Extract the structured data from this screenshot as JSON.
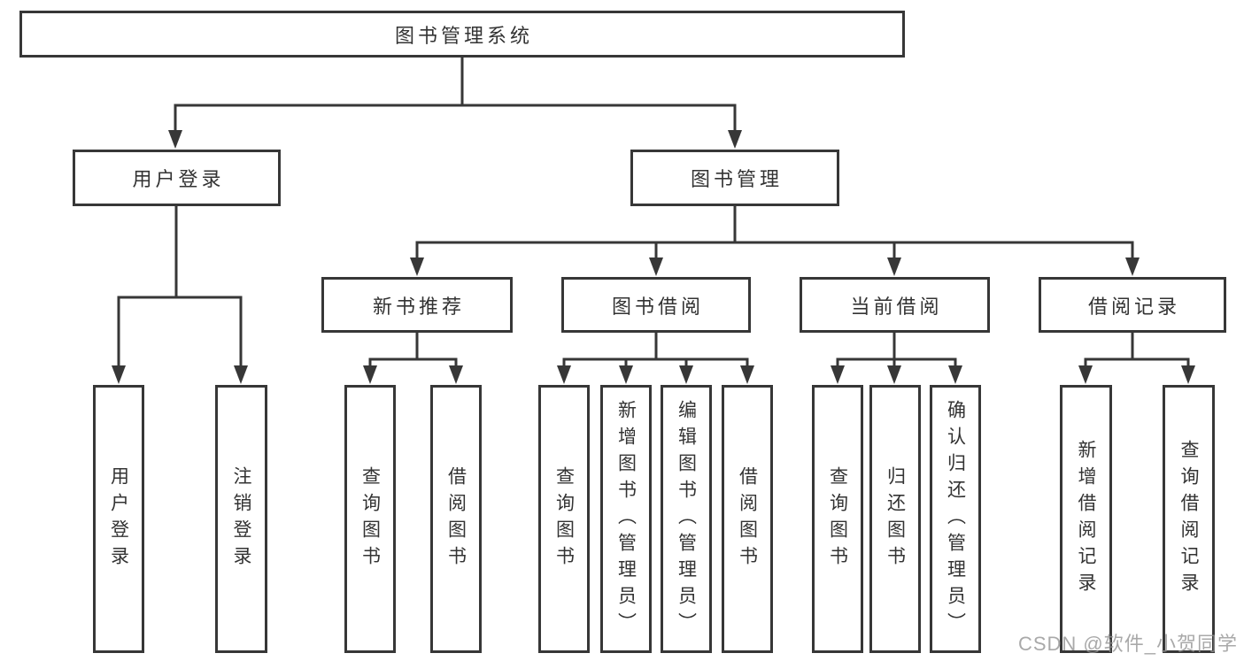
{
  "diagram": {
    "type": "hierarchy-tree",
    "colors": {
      "line": "#373737",
      "box_border": "#373737",
      "text": "#333333",
      "background": "#ffffff",
      "watermark": "#949494"
    },
    "tree": {
      "root": "图书管理系统",
      "branches": [
        {
          "label": "用户登录",
          "children": [
            {
              "label": "用户登录"
            },
            {
              "label": "注销登录"
            }
          ]
        },
        {
          "label": "图书管理",
          "children": [
            {
              "label": "新书推荐",
              "children": [
                {
                  "label": "查询图书"
                },
                {
                  "label": "借阅图书"
                }
              ]
            },
            {
              "label": "图书借阅",
              "children": [
                {
                  "label": "查询图书"
                },
                {
                  "label": "新增图书（管理员）"
                },
                {
                  "label": "编辑图书（管理员）"
                },
                {
                  "label": "借阅图书"
                }
              ]
            },
            {
              "label": "当前借阅",
              "children": [
                {
                  "label": "查询图书"
                },
                {
                  "label": "归还图书"
                },
                {
                  "label": "确认归还（管理员）"
                }
              ]
            },
            {
              "label": "借阅记录",
              "children": [
                {
                  "label": "新增借阅记录"
                },
                {
                  "label": "查询借阅记录"
                }
              ]
            }
          ]
        }
      ]
    },
    "watermark": "CSDN @软件_小贺同学"
  }
}
